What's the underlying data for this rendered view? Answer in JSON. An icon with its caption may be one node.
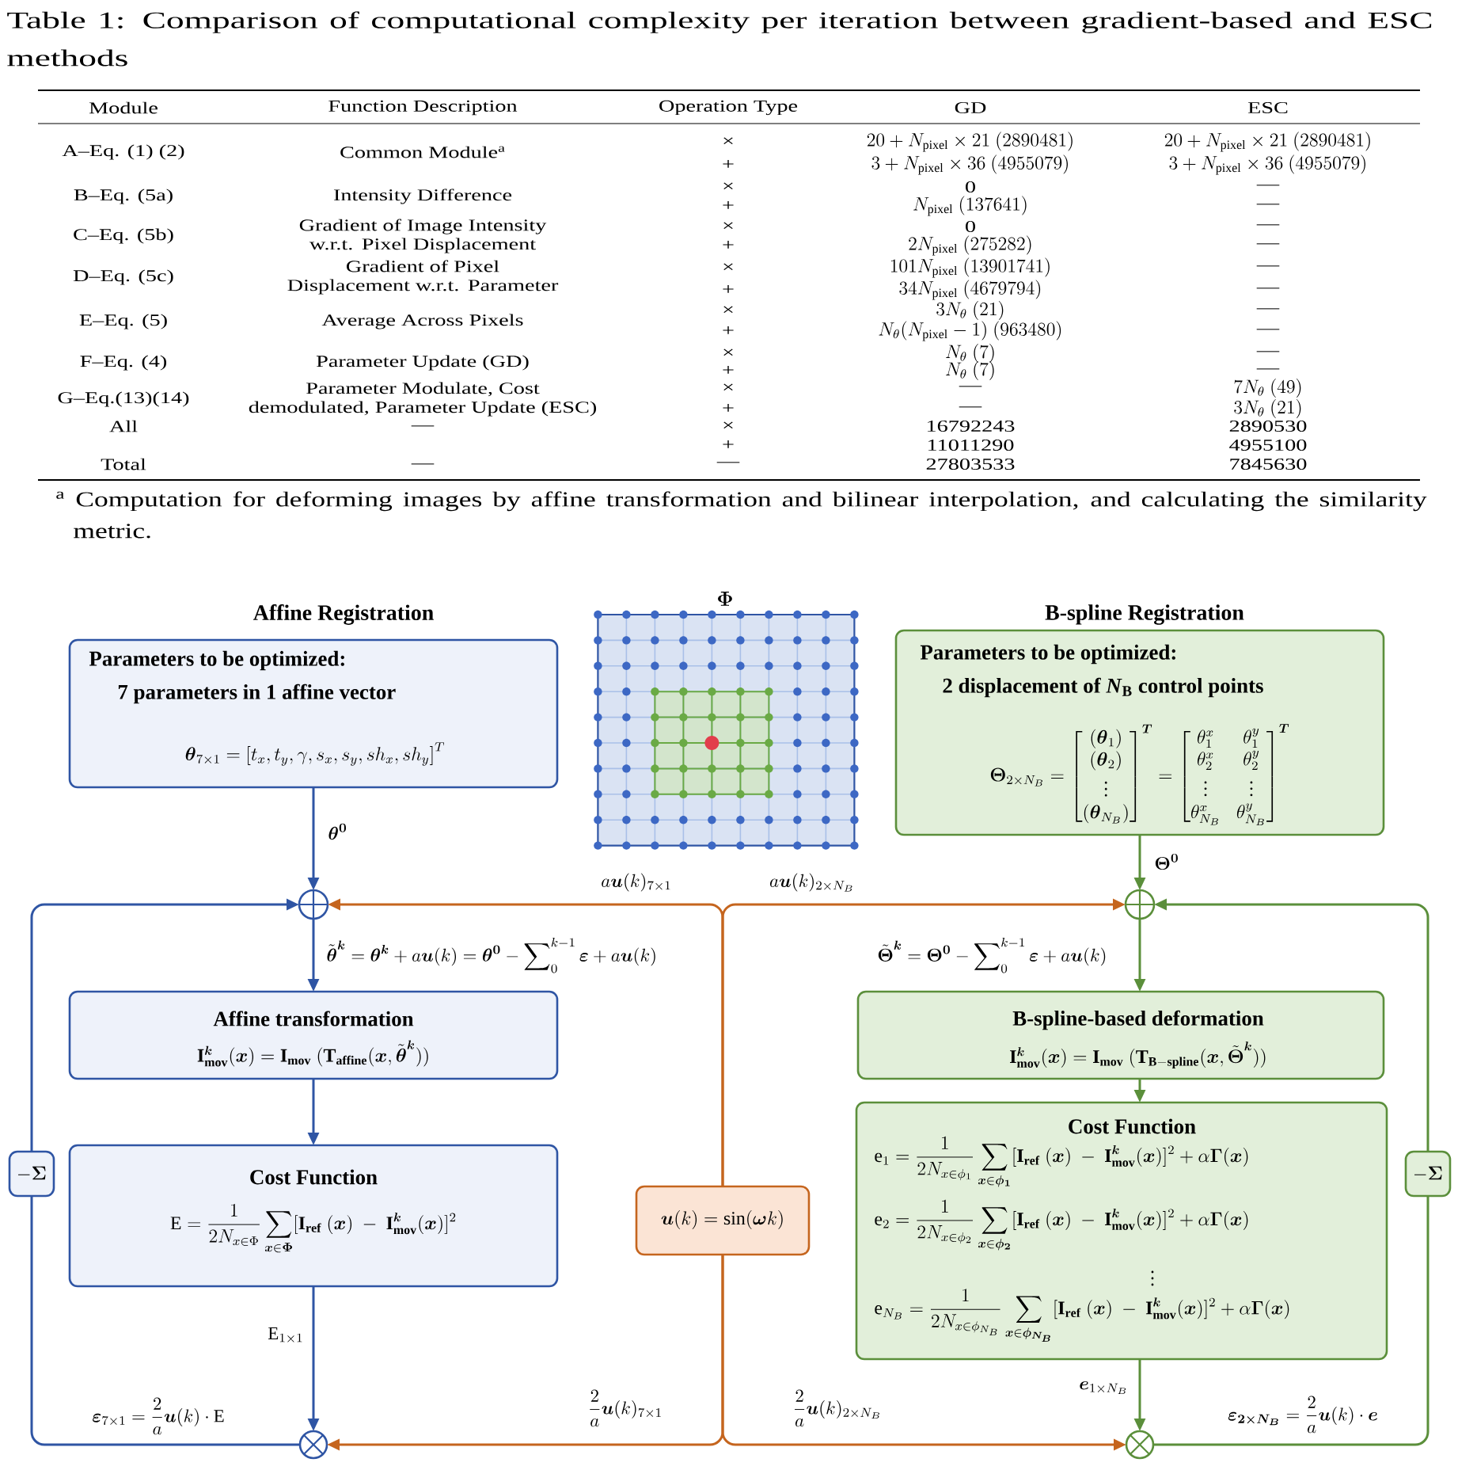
{
  "diagram": {
    "title": "Table 1: Comparison of computational complexity per iteration between gradient-based and ESC methods",
    "nodes": [
      {
        "text": [
          "Affine Registration",
          "Parameters to be optimized:",
          "7 parameters in 1 affine vector",
          "\\boldsymbol{\\theta}_{7\\times 1}=\\left[t_x,t_y,\\gamma,s_x,s_y,sh_x,sh_y\\right]^T"
        ]
      },
      {
        "text": [
          "B-spline Registration",
          "Parameters to be optimized:",
          "2 displacement of *N*$_{B}$ control points",
          "\\boldsymbol{\\Theta}_{2\\times N_B}=\\begin{bmatrix}(\\boldsymbol{\\theta}_1)\\\\(\\boldsymbol{\\theta}_2)\\\\\\vdots\\\\(\\boldsymbol{\\theta}_{N_B})\\end{bmatrix}^{\\boldsymbol{T}}=\\begin{bmatrix}\\theta_1^{x}&\\theta_1^{y}\\\\\\theta_2^{x}&\\theta_2^{y}\\\\\\vdots&\\vdots\\\\\\theta_{N_B}^{x}&\\theta_{N_B}^{y}\\end{bmatrix}^{\\boldsymbol{T}}"
        ]
      },
      {
        "text": [],
        "shape": "circle"
      },
      {
        "text": [],
        "shape": "circle"
      },
      {
        "text": [
          "Affine transformation",
          "\\mathbf{I}_{\\mathbf{mov}}^{\\boldsymbol{k}}(\\boldsymbol{x})=\\mathbf{I}_{\\mathbf{mov}}\\ (\\mathbf{T}_{\\mathbf{affine}}(\\boldsymbol{x},\\tilde{\\boldsymbol{\\theta}}^{\\boldsymbol{k}}))"
        ]
      },
      {
        "text": [
          "B-spline-based deformation",
          "\\mathbf{I}_{\\mathbf{mov}}^{\\boldsymbol{k}}(\\boldsymbol{x})=\\mathbf{I}_{\\mathbf{mov}}\\ (\\mathbf{T}_{\\mathbf{B-spline}}(\\boldsymbol{x},\\tilde{\\boldsymbol{\\Theta}}^{\\boldsymbol{k}}))"
        ]
      },
      {
        "text": [
          "Cost Function",
          "\\mathrm{E}=\\frac{1}{2N_{x\\in\\Phi}}\\sum_{\\boldsymbol{x}\\in\\boldsymbol{\\Phi}}[\\mathbf{I}_{\\mathbf{ref}}\\ (\\boldsymbol{x})\\ -\\ \\mathbf{I}_{\\mathbf{mov}}^{\\boldsymbol{k}}(\\boldsymbol{x})]^2"
        ]
      },
      {
        "text": [
          "Cost Function",
          "\\mathrm{e}_1=\\frac{1}{2N_{x\\in\\phi_1}}\\sum_{\\boldsymbol{x}\\in\\boldsymbol{\\phi_1}}[\\mathbf{I}_{\\mathbf{ref}}\\ (\\boldsymbol{x})\\ -\\ \\mathbf{I}_{\\mathbf{mov}}^{\\boldsymbol{k}}(\\boldsymbol{x})]^2+\\alpha\\boldsymbol{\\Gamma}(\\boldsymbol{x})",
          "\\mathrm{e}_2=\\frac{1}{2N_{x\\in\\phi_2}}\\sum_{\\boldsymbol{x}\\in\\boldsymbol{\\phi_2}}[\\mathbf{I}_{\\mathbf{ref}}\\ (\\boldsymbol{x})\\ -\\ \\mathbf{I}_{\\mathbf{mov}}^{\\boldsymbol{k}}(\\boldsymbol{x})]^2+\\alpha\\boldsymbol{\\Gamma}(\\boldsymbol{x})",
          "\\vdots",
          "\\mathrm{e}_{N_B}=\\frac{1}{2N_{x\\in\\phi_{N_B}}}\\sum_{\\boldsymbol{x}\\in\\boldsymbol{\\phi_{N_B}}}[\\mathbf{I}_{\\mathbf{ref}}\\ (\\boldsymbol{x})\\ -\\ \\mathbf{I}_{\\mathbf{mov}}^{\\boldsymbol{k}}(\\boldsymbol{x})]^2+\\alpha\\boldsymbol{\\Gamma}(\\boldsymbol{x})"
        ]
      },
      {
        "text": [
          "\\boldsymbol{u}(k)=\\sin(\\boldsymbol{\\omega}k)"
        ]
      },
      {
        "text": [
          "-\\boldsymbol{\\Sigma}"
        ]
      },
      {
        "text": [
          "-\\boldsymbol{\\Sigma}"
        ]
      },
      {
        "text": [],
        "shape": "circle"
      },
      {
        "text": [],
        "shape": "circle"
      }
    ],
    "edges": [
      {
        "from": 0,
        "to": 2,
        "arrow": "to",
        "label": "\\boldsymbol{\\theta}^{\\boldsymbol{0}}",
        "color": "#2f55a4"
      },
      {
        "from": 1,
        "to": 3,
        "arrow": "to",
        "label": "\\boldsymbol{\\Theta}^{\\boldsymbol{0}}",
        "color": "#5b8f3b"
      },
      {
        "from": 2,
        "to": 4,
        "arrow": "to",
        "label": "\\tilde{\\boldsymbol{\\theta}}^{\\boldsymbol{k}}=\\boldsymbol{\\theta}^{\\boldsymbol{k}}+a\\boldsymbol{u}(k)=\\boldsymbol{\\theta}^{\\boldsymbol{0}}-\\sum\\nolimits_{0}^{k-1}\\boldsymbol{\\varepsilon}+a\\boldsymbol{u}(k)",
        "color": "#2f55a4"
      },
      {
        "from": 3,
        "to": 5,
        "arrow": "to",
        "label": "\\tilde{\\boldsymbol{\\Theta}}^{\\boldsymbol{k}}=\\boldsymbol{\\Theta}^{\\boldsymbol{0}}-\\sum\\nolimits_{0}^{k-1}\\boldsymbol{\\varepsilon}+a\\boldsymbol{u}(k)",
        "color": "#5b8f3b"
      },
      {
        "from": 4,
        "to": 6,
        "arrow": "to",
        "color": "#2f55a4"
      },
      {
        "from": 5,
        "to": 7,
        "arrow": "to",
        "color": "#5b8f3b"
      },
      {
        "from": 6,
        "to": 11,
        "arrow": "to",
        "label": "\\mathrm{E}_{1\\times 1}",
        "color": "#2f55a4"
      },
      {
        "from": 7,
        "to": 12,
        "arrow": "to",
        "label": "\\boldsymbol{e}_{1\\times N_B}",
        "color": "#5b8f3b"
      },
      {
        "from": 8,
        "to": 2,
        "arrow": "to",
        "label": "a\\boldsymbol{u}(k)_{7\\times 1}",
        "color": "#c5651e"
      },
      {
        "from": 8,
        "to": 3,
        "arrow": "to",
        "label": "a\\boldsymbol{u}(k)_{2\\times N_B}",
        "color": "#c5651e"
      },
      {
        "from": 8,
        "to": 11,
        "arrow": "to",
        "label": "\\frac{2}{a}\\boldsymbol{u}(k)_{7\\times 1}",
        "color": "#c5651e"
      },
      {
        "from": 8,
        "to": 12,
        "arrow": "to",
        "label": "\\frac{2}{a}\\boldsymbol{u}(k)_{2\\times N_B}",
        "color": "#c5651e"
      },
      {
        "from": 11,
        "to": 9,
        "arrow": "none",
        "label": "\\boldsymbol{\\varepsilon}_{7\\times 1}=\\frac{2}{a}\\boldsymbol{u}(k)\\cdot\\mathrm{E}",
        "color": "#2f55a4"
      },
      {
        "from": 9,
        "to": 2,
        "arrow": "to",
        "color": "#2f55a4"
      },
      {
        "from": 12,
        "to": 10,
        "arrow": "none",
        "label": "\\boldsymbol{\\varepsilon}_{\\boldsymbol{2\\times N_B}}=\\frac{2}{a}\\boldsymbol{u}(k)\\cdot\\boldsymbol{e}",
        "color": "#5b8f3b"
      },
      {
        "from": 10,
        "to": 3,
        "arrow": "to",
        "color": "#5b8f3b"
      }
    ],
    "labels": [
      "Module",
      "Function Description",
      "Operation Type",
      "GD",
      "ESC",
      "A–Eq. (1) (2)",
      "Common Module$^{a}$",
      "×",
      "20+N_{\\mathrm{pixel}}\\times 21\\ (2890481)",
      "20+N_{\\mathrm{pixel}}\\times 21\\ (2890481)",
      "+",
      "3+N_{\\mathrm{pixel}}\\times 36\\ (4955079)",
      "3+N_{\\mathrm{pixel}}\\times 36\\ (4955079)",
      "B–Eq. (5a)",
      "Intensity Difference",
      "×",
      "0",
      "—",
      "+",
      "N_{\\mathrm{pixel}}\\ (137641)",
      "—",
      "C–Eq. (5b)",
      "Gradient of Image Intensity w.r.t. Pixel Displacement",
      "×",
      "0",
      "—",
      "+",
      "2N_{\\mathrm{pixel}}\\ (275282)",
      "—",
      "D–Eq. (5c)",
      "Gradient of Pixel Displacement w.r.t. Parameter",
      "×",
      "101N_{\\mathrm{pixel}}\\ (13901741)",
      "—",
      "+",
      "34N_{\\mathrm{pixel}}\\ (4679794)",
      "—",
      "E–Eq. (5)",
      "Average Across Pixels",
      "×",
      "3N_{\\theta}\\ (21)",
      "—",
      "+",
      "N_{\\theta}(N_{\\mathrm{pixel}}-1)\\ (963480)",
      "—",
      "F–Eq. (4)",
      "Parameter Update (GD)",
      "×",
      "N_{\\theta}\\ (7)",
      "—",
      "+",
      "N_{\\theta}\\ (7)",
      "—",
      "G–Eq.(13)(14)",
      "Parameter Modulate, Cost demodulated, Parameter Update (ESC)",
      "×",
      "—",
      "7N_{\\theta}\\ (49)",
      "+",
      "—",
      "3N_{\\theta}\\ (21)",
      "All",
      "—",
      "×",
      "16792243",
      "2890530",
      "+",
      "11011290",
      "4955100",
      "Total",
      "—",
      "—",
      "27803533",
      "7845630",
      "$^{a}$ Computation for deforming images by affine transformation and bilinear interpolation, and calculating the similarity metric.",
      "\\boldsymbol{\\Phi}",
      "\\boldsymbol{\\phi_i}"
    ]
  }
}
